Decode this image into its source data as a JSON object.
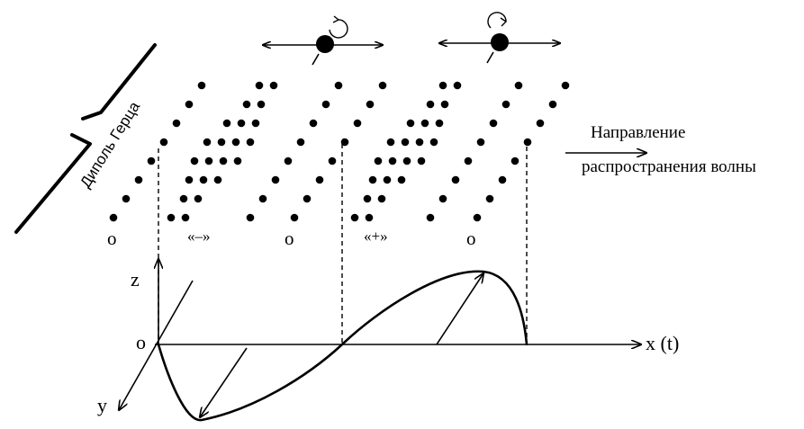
{
  "dipole_label": "Диполь Герца",
  "propagation_label": {
    "line1": "Направление",
    "line2": "распространения волны"
  },
  "zone_labels": {
    "zero_1": "o",
    "minus": "«–»",
    "zero_2": "o",
    "plus": "«+»",
    "zero_3": "o"
  },
  "axes": {
    "x_label": "x (t)",
    "y_label": "y",
    "z_label": "z",
    "origin_label": "o"
  },
  "colors": {
    "ink": "#000000",
    "background": "#ffffff"
  },
  "icons": [
    "double-headed-arrow-icon",
    "charge-ball-icon",
    "rotation-arrow-icon"
  ]
}
